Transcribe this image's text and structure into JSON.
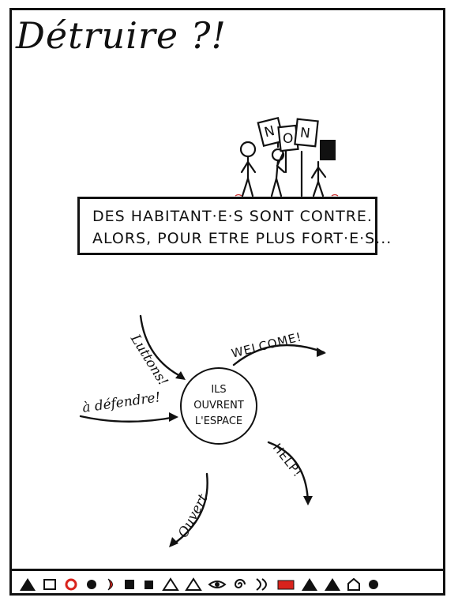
{
  "title": "Détruire ?!",
  "signs": [
    "N",
    "O",
    "N"
  ],
  "caption": {
    "line1": "DES HABITANT·E·S SONT CONTRE.",
    "line2": "ALORS, POUR ETRE PLUS FORT·E·S..."
  },
  "center": {
    "line1": "ILS",
    "line2": "OUVRENT",
    "line3": "L'ESPACE"
  },
  "arrows": {
    "luttons": "Luttons!",
    "welcome": "WELCOME!",
    "defendre": "à défendre!",
    "help": "HELP!",
    "ouvert": "Ouvert"
  },
  "strip_shapes": [
    "triangle",
    "square",
    "red-ring",
    "dot",
    "red-crescent",
    "square-filled",
    "square-filled",
    "triangle-outline",
    "triangle-outline",
    "eye",
    "spiral",
    "crescent-outline",
    "red-rectangle",
    "triangle",
    "triangle",
    "house-outline",
    "dot"
  ],
  "colors": {
    "ink": "#111111",
    "accent_red": "#d9231c"
  }
}
